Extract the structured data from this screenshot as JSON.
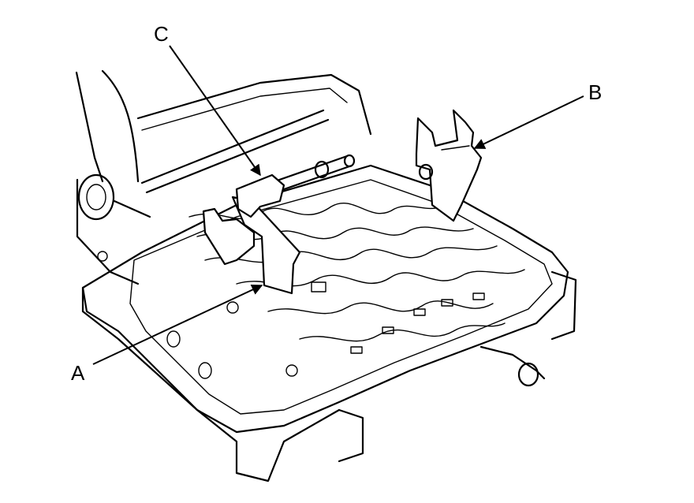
{
  "callouts": {
    "a": "A",
    "b": "B",
    "c": "C"
  }
}
